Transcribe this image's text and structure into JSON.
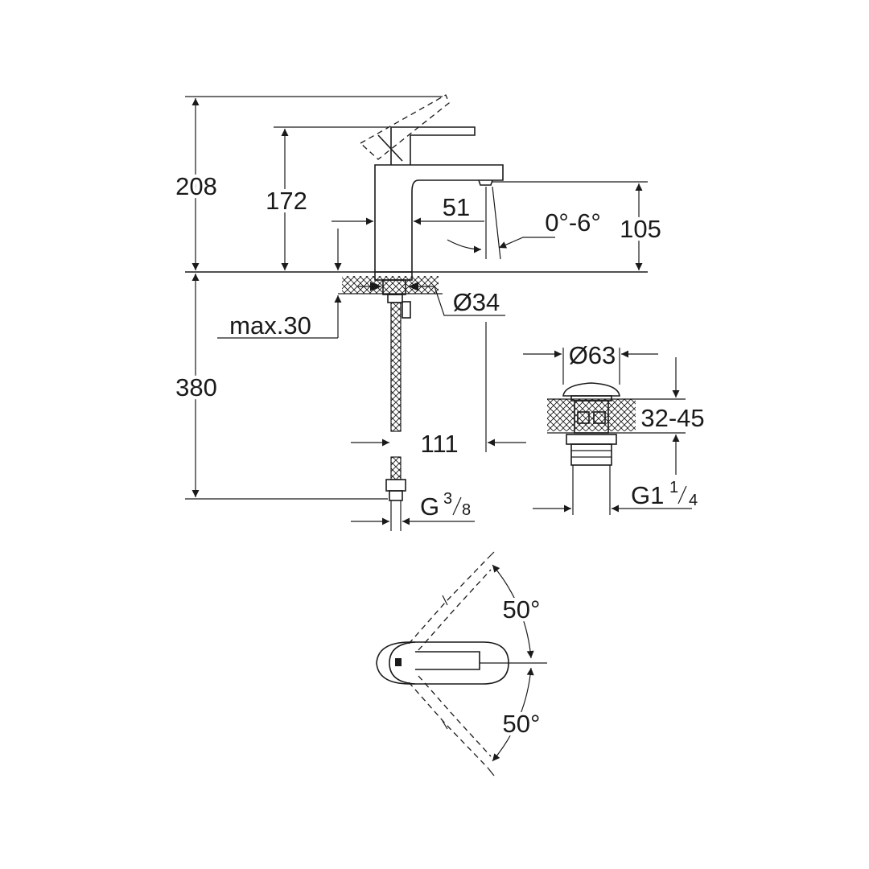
{
  "dimensions": {
    "total_height": "208",
    "spout_height": "172",
    "spout_clearance": "105",
    "body_to_spout": "51",
    "spout_angle": "0°-6°",
    "base_diameter": "Ø34",
    "max_deck_thickness": "max.30",
    "hose_length": "380",
    "hose_offset": "111",
    "waste_diameter": "Ø63",
    "waste_deck_range": "32-45",
    "connection_thread_main": "G",
    "connection_thread_num": "3",
    "connection_thread_den": "8",
    "waste_thread_main": "G1",
    "waste_thread_num": "1",
    "waste_thread_den": "4",
    "lever_angle_left": "50°",
    "lever_angle_right": "50°"
  }
}
